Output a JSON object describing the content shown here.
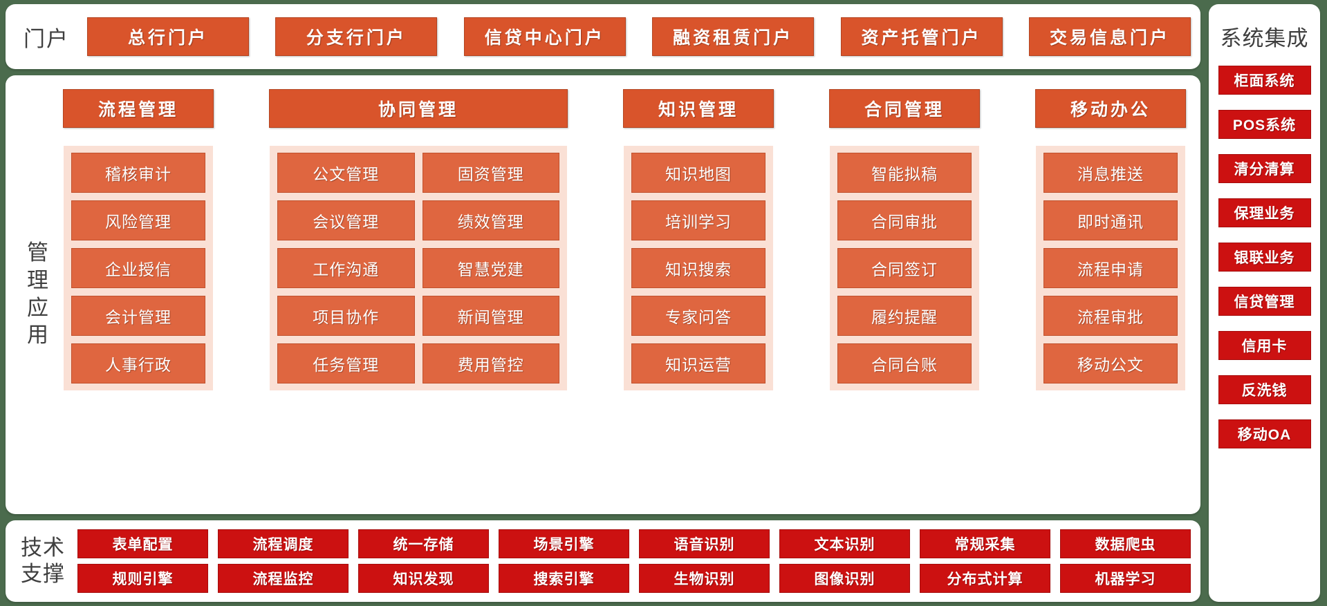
{
  "portal": {
    "label": "门户",
    "items": [
      {
        "label": "总行门户"
      },
      {
        "label": "分支行门户"
      },
      {
        "label": "信贷中心门户"
      },
      {
        "label": "融资租赁门户"
      },
      {
        "label": "资产托管门户"
      },
      {
        "label": "交易信息门户"
      }
    ]
  },
  "management": {
    "label": "管理应用",
    "label_lines": [
      "管",
      "理",
      "应",
      "用"
    ],
    "columns": [
      {
        "title": "流程管理",
        "subcolumns": [
          [
            "稽核审计",
            "风险管理",
            "企业授信",
            "会计管理",
            "人事行政"
          ]
        ]
      },
      {
        "title": "协同管理",
        "subcolumns": [
          [
            "公文管理",
            "会议管理",
            "工作沟通",
            "项目协作",
            "任务管理"
          ],
          [
            "固资管理",
            "绩效管理",
            "智慧党建",
            "新闻管理",
            "费用管控"
          ]
        ]
      },
      {
        "title": "知识管理",
        "subcolumns": [
          [
            "知识地图",
            "培训学习",
            "知识搜索",
            "专家问答",
            "知识运营"
          ]
        ]
      },
      {
        "title": "合同管理",
        "subcolumns": [
          [
            "智能拟稿",
            "合同审批",
            "合同签订",
            "履约提醒",
            "合同台账"
          ]
        ]
      },
      {
        "title": "移动办公",
        "subcolumns": [
          [
            "消息推送",
            "即时通讯",
            "流程申请",
            "流程审批",
            "移动公文"
          ]
        ]
      }
    ]
  },
  "tech": {
    "label_lines": [
      "技术",
      "支撑"
    ],
    "rows": [
      [
        "表单配置",
        "流程调度",
        "统一存储",
        "场景引擎",
        "语音识别",
        "文本识别",
        "常规采集",
        "数据爬虫"
      ],
      [
        "规则引擎",
        "流程监控",
        "知识发现",
        "搜索引擎",
        "生物识别",
        "图像识别",
        "分布式计算",
        "机器学习"
      ]
    ]
  },
  "system_integration": {
    "title": "系统集成",
    "items": [
      {
        "label": "柜面系统"
      },
      {
        "label": "POS系统"
      },
      {
        "label": "清分清算"
      },
      {
        "label": "保理业务"
      },
      {
        "label": "银联业务"
      },
      {
        "label": "信贷管理"
      },
      {
        "label": "信用卡"
      },
      {
        "label": "反洗钱"
      },
      {
        "label": "移动OA"
      }
    ]
  },
  "colors": {
    "background": "#4b6b4d",
    "panel": "#ffffff",
    "orange": "#d9542b",
    "orange_cell": "#df6640",
    "orange_tint": "#fae0d5",
    "red": "#cc1111",
    "text_dark": "#3f3f3f"
  }
}
